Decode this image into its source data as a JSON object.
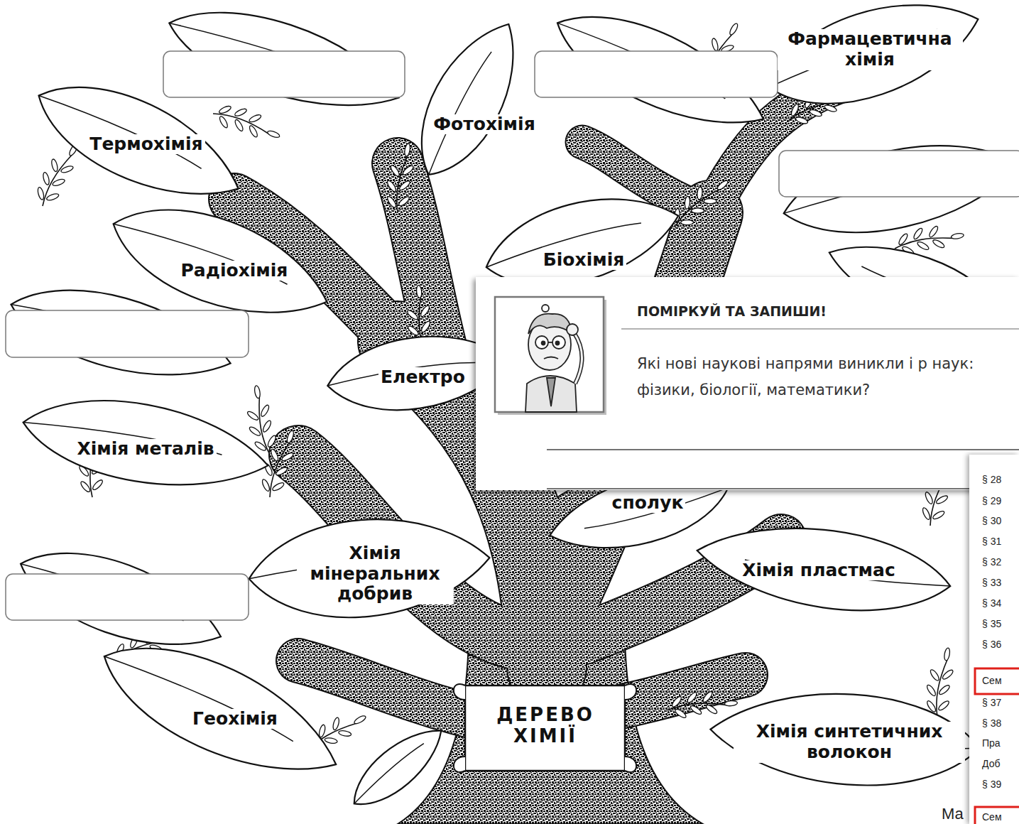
{
  "diagram": {
    "nodes": [
      {
        "text": [
          "Фармацевтична хімія"
        ]
      },
      {
        "text": [
          "Фотохімія"
        ]
      },
      {
        "text": [
          "Термохімія"
        ]
      },
      {
        "text": [
          "Біохімія"
        ]
      },
      {
        "text": [
          "Радіохімія"
        ]
      },
      {
        "text": [
          "Електро"
        ]
      },
      {
        "text": [
          "Хімія металів"
        ]
      },
      {
        "text": [
          "сполук"
        ]
      },
      {
        "text": [
          "Хімія мінеральних добрив"
        ]
      },
      {
        "text": [
          "Хімія пластмас"
        ]
      },
      {
        "text": [
          "Геохімія"
        ]
      },
      {
        "text": [
          "ДЕРЕВО ХІМІЇ"
        ]
      },
      {
        "text": [
          "Хімія синтетичних волокон"
        ]
      },
      {
        "text": [
          "ПОМІРКУЙ ТА ЗАПИШИ!",
          "Які нові наукові напрями виникли і р наук: фізики, біології, математики?"
        ]
      }
    ],
    "labels": [
      "§ 28",
      "§ 29",
      "§ 30",
      "§ 31",
      "§ 32",
      "§ 33",
      "§ 34",
      "§ 35",
      "§ 36",
      "Сем",
      "§ 37",
      "§ 38",
      "Пра",
      "Доб",
      "§ 39",
      "Сем",
      "Ма"
    ]
  }
}
